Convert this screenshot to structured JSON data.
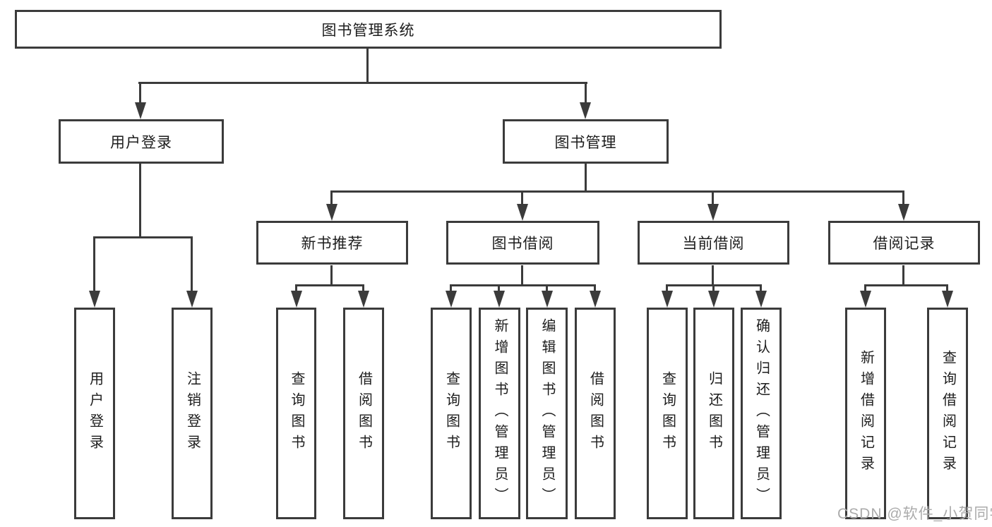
{
  "diagram": {
    "type": "tree",
    "title": "图书管理系统",
    "colors": {
      "line": "#3b3b3b",
      "text": "#1d1d1d",
      "background": "#ffffff",
      "watermark": "#ababab"
    },
    "tree": {
      "label": "图书管理系统",
      "children": [
        {
          "label": "用户登录",
          "children": [
            {
              "label": "用户登录"
            },
            {
              "label": "注销登录"
            }
          ]
        },
        {
          "label": "图书管理",
          "children": [
            {
              "label": "新书推荐",
              "children": [
                {
                  "label": "查询图书"
                },
                {
                  "label": "借阅图书"
                }
              ]
            },
            {
              "label": "图书借阅",
              "children": [
                {
                  "label": "查询图书"
                },
                {
                  "label": "新增图书（管理员）"
                },
                {
                  "label": "编辑图书（管理员）"
                },
                {
                  "label": "借阅图书"
                }
              ]
            },
            {
              "label": "当前借阅",
              "children": [
                {
                  "label": "查询图书"
                },
                {
                  "label": "归还图书"
                },
                {
                  "label": "确认归还（管理员）"
                }
              ]
            },
            {
              "label": "借阅记录",
              "children": [
                {
                  "label": "新增借阅记录"
                },
                {
                  "label": "查询借阅记录"
                }
              ]
            }
          ]
        }
      ]
    },
    "watermark": "CSDN @软件_小贺同学"
  }
}
